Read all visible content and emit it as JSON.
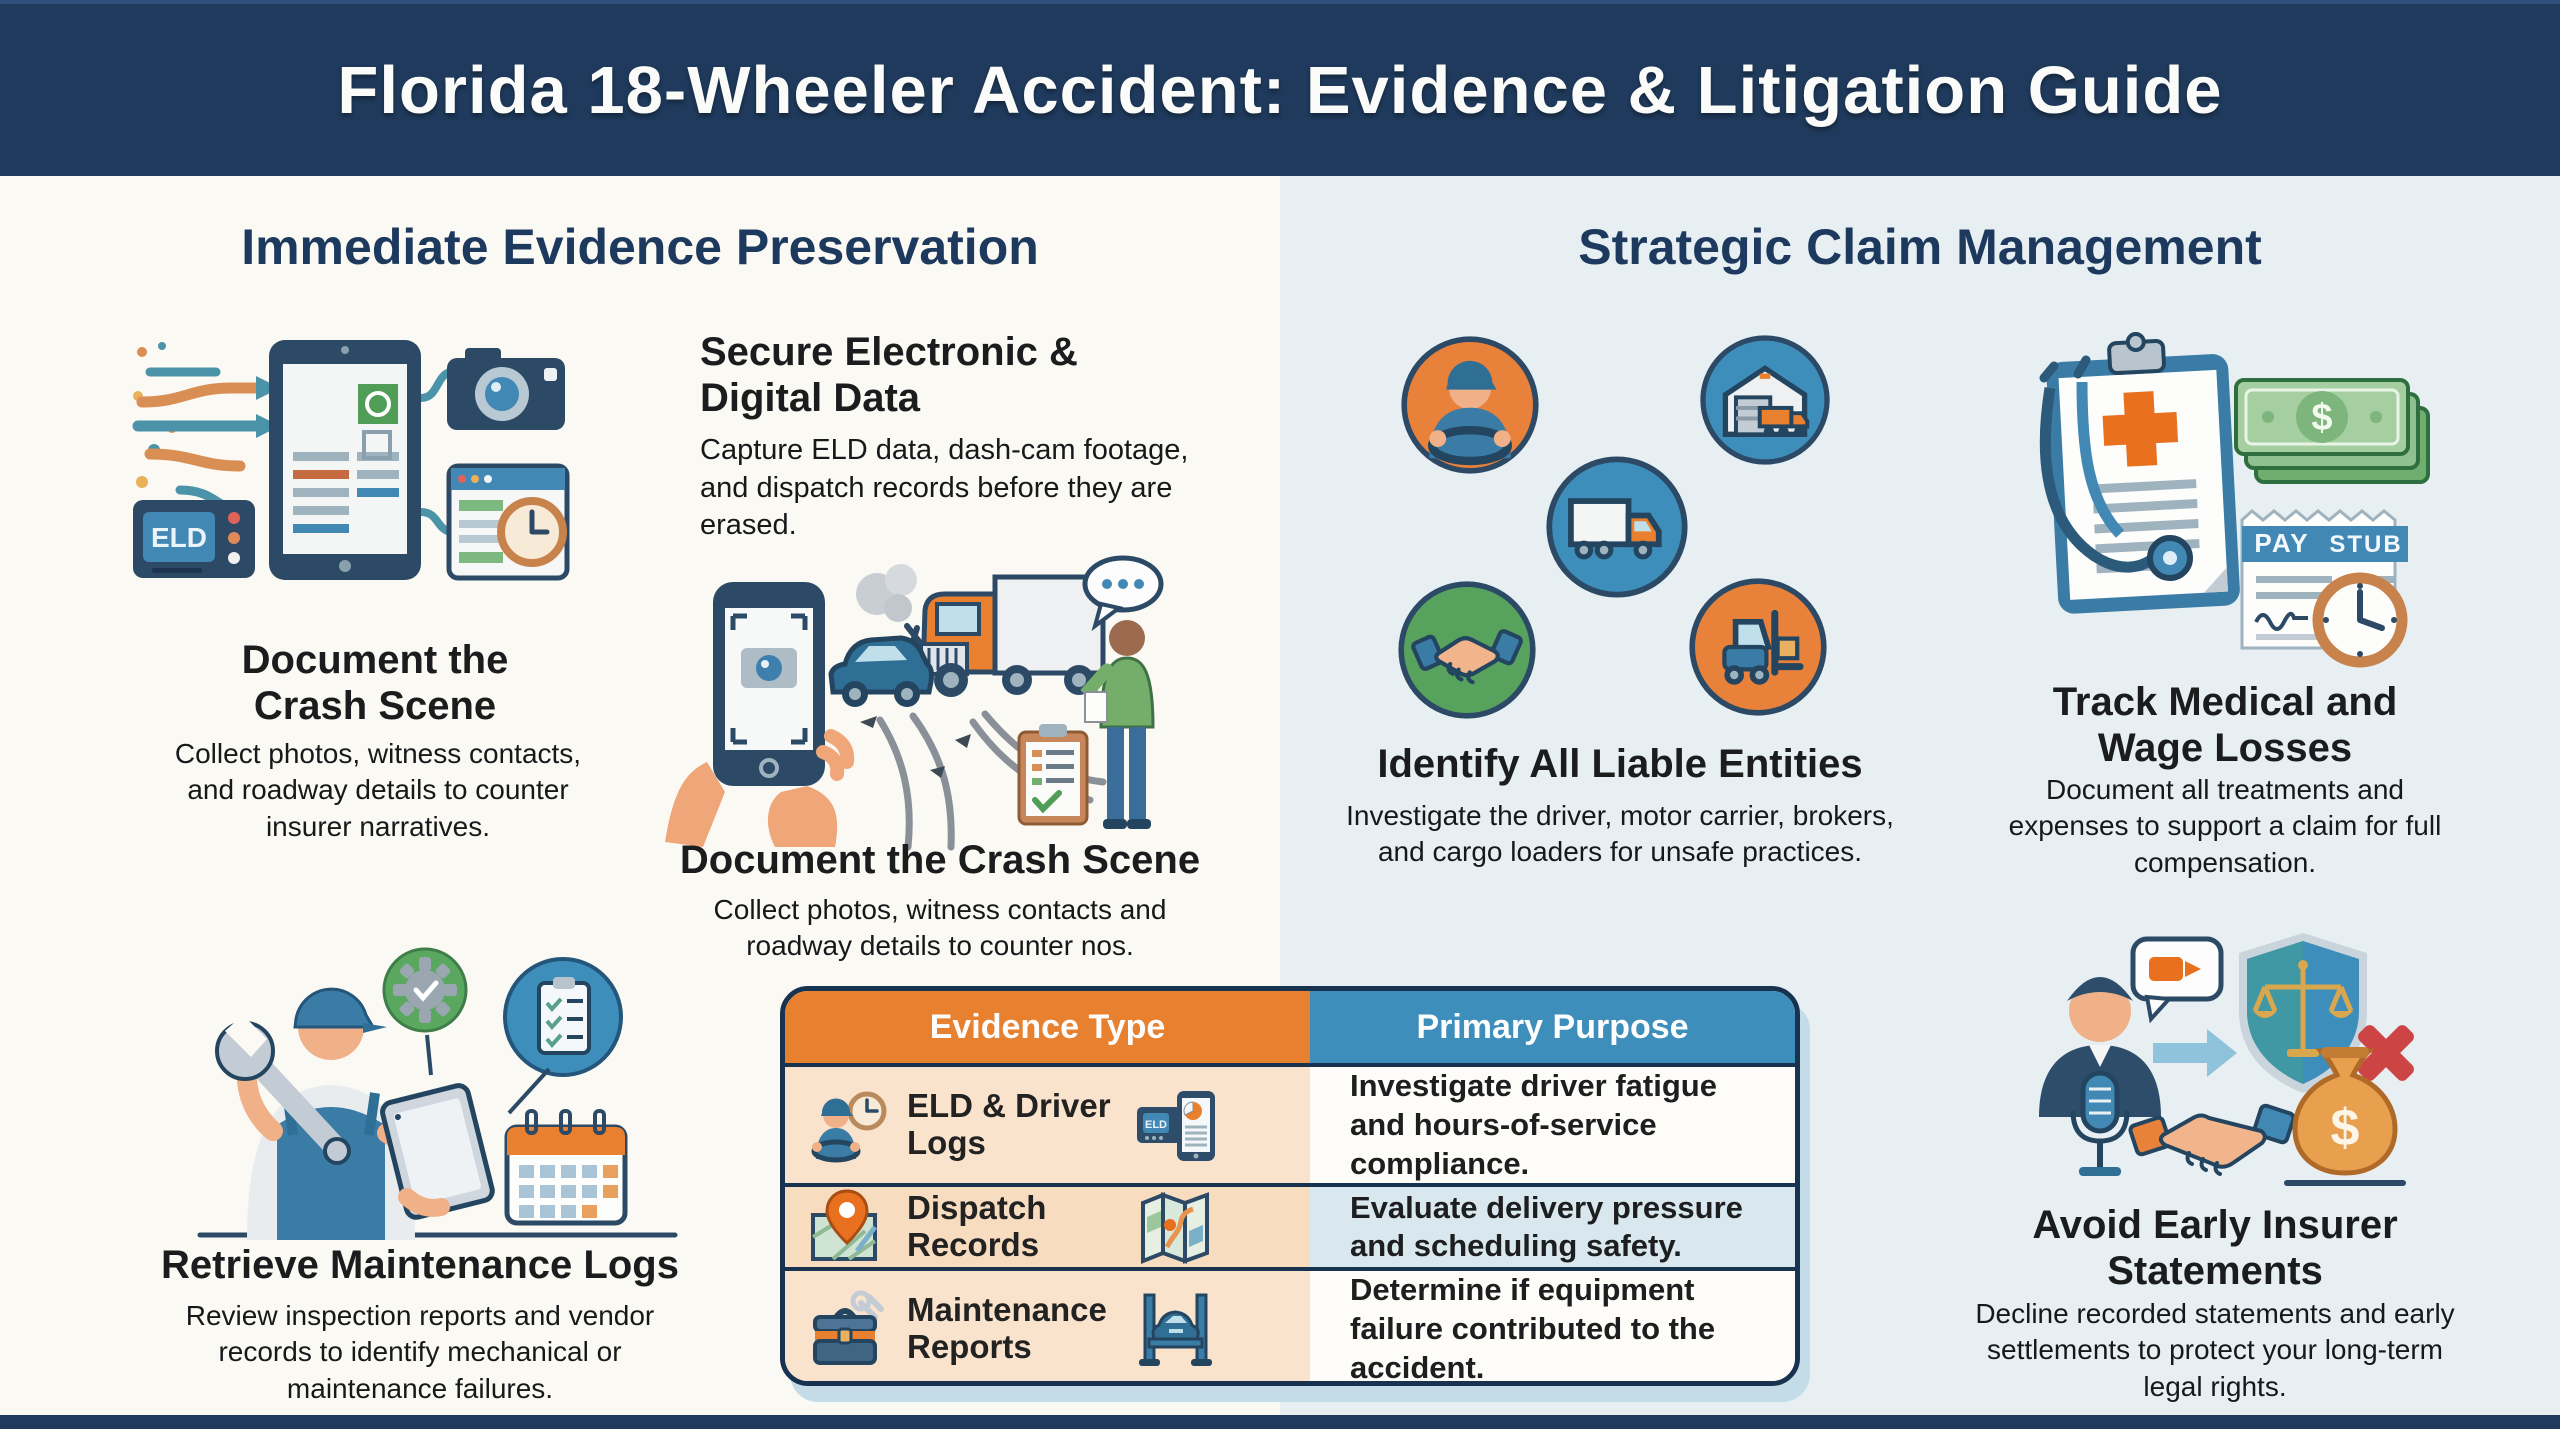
{
  "title": "Florida 18-Wheeler Accident: Evidence & Litigation Guide",
  "left_column": {
    "heading": "Immediate Evidence Preservation",
    "document_scene": {
      "title_line1": "Document the",
      "title_line2": "Crash Scene",
      "body": "Collect photos, witness contacts, and roadway details to counter insurer narratives."
    },
    "secure_data": {
      "title_line1": "Secure Electronic &",
      "title_line2": "Digital Data",
      "body": "Capture ELD data, dash-cam footage, and dispatch records before they are erased."
    },
    "document_scene_center": {
      "title": "Document the Crash Scene",
      "body": "Collect photos, witness contacts and roadway details to counter nos."
    },
    "maintenance_logs": {
      "title": "Retrieve Maintenance Logs",
      "body": "Review inspection reports and vendor records to identify mechanical or maintenance failures."
    }
  },
  "right_column": {
    "heading": "Strategic Claim Management",
    "liable_entities": {
      "title": "Identify All Liable Entities",
      "body": "Investigate the driver, motor carrier, brokers, and cargo loaders for unsafe practices."
    },
    "medical_wage": {
      "title_line1": "Track Medical and",
      "title_line2": "Wage Losses",
      "body": "Document all treatments and expenses to support a claim for full compensation."
    },
    "insurer_statements": {
      "title_line1": "Avoid Early Insurer",
      "title_line2": "Statements",
      "body": "Decline recorded statements and early settlements to protect your long-term legal rights."
    }
  },
  "table": {
    "headers": [
      "Evidence Type",
      "Primary Purpose"
    ],
    "rows": [
      {
        "evidence": "ELD & Driver Logs",
        "purpose": "Investigate driver fatigue and hours-of-service compliance."
      },
      {
        "evidence": "Dispatch Records",
        "purpose": "Evaluate delivery pressure and scheduling safety."
      },
      {
        "evidence": "Maintenance Reports",
        "purpose": "Determine if equipment failure contributed to the accident."
      }
    ]
  },
  "icon_labels": {
    "eld": "ELD",
    "pay": "PAY",
    "stub": "STUB",
    "dollar": "$"
  },
  "colors": {
    "title_bar": "#1f3a5c",
    "left_background": "#fbf9f4",
    "right_background": "#e7eff3",
    "accent_orange": "#e8812f",
    "accent_blue": "#3e8ebc",
    "accent_green": "#57a35e",
    "table_border": "#17334f",
    "row_peach": "#f9e2ca",
    "row_blue": "#d9e8ef",
    "heading_navy": "#1d3a5e"
  }
}
